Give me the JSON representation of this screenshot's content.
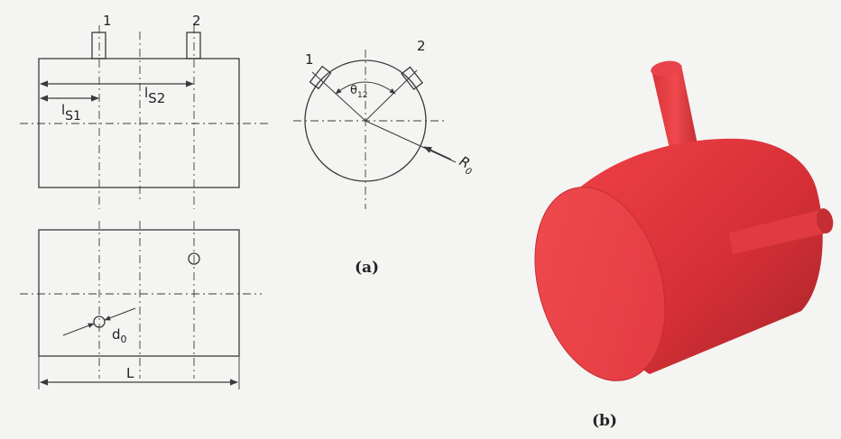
{
  "side_view": {
    "nozzle_1_label": "1",
    "nozzle_2_label": "2",
    "ls1_main": "l",
    "ls1_sub": "S1",
    "ls2_main": "l",
    "ls2_sub": "S2"
  },
  "end_view": {
    "nozzle_1_label": "1",
    "nozzle_2_label": "2",
    "theta_main": "θ",
    "theta_sub": "12",
    "radius_main": "R",
    "radius_sub": "0"
  },
  "top_view": {
    "d0_main": "d",
    "d0_sub": "0",
    "length_label": "L"
  },
  "captions": {
    "a": "(a)",
    "b": "(b)"
  },
  "colors": {
    "drawing_line": "#3a3a3a",
    "cylinder_red": "#e8393e",
    "cylinder_dark": "#b3262b",
    "background": "#f4f4f2"
  }
}
